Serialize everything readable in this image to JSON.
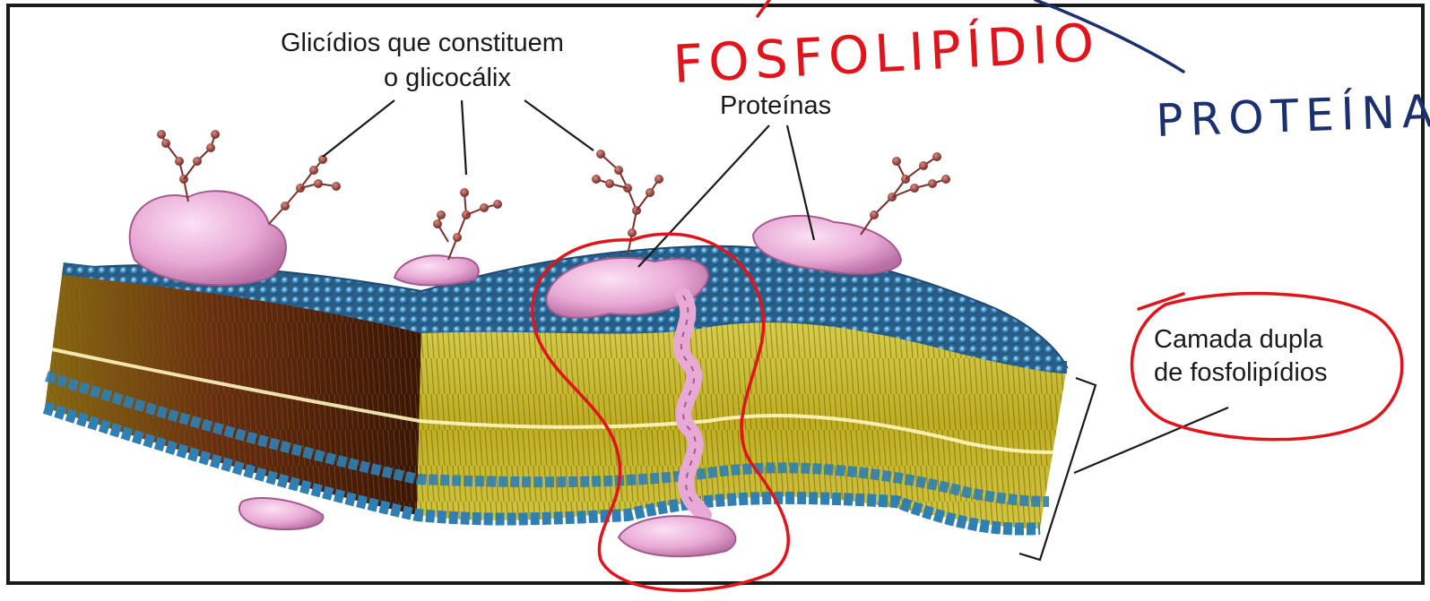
{
  "labels": {
    "glycocalyx_line1": "Glicídios que constituem",
    "glycocalyx_line2": "o glicocálix",
    "proteins": "Proteínas",
    "bilayer_line1": "Camada dupla",
    "bilayer_line2": "de fosfolipídios"
  },
  "annotations": {
    "red_handwritten": "FOSFOLIPÍDIO",
    "blue_handwritten": "PROTEÍNA"
  },
  "colors": {
    "frame": "#1a1a1a",
    "annotation_red": "#e0141a",
    "annotation_blue": "#1c2f6e",
    "phospholipid_head": "#2f7fb3",
    "tail_yellow": "#cdbf2e",
    "tail_dark": "#5a2a10",
    "protein_pink": "#e9a9d6"
  }
}
